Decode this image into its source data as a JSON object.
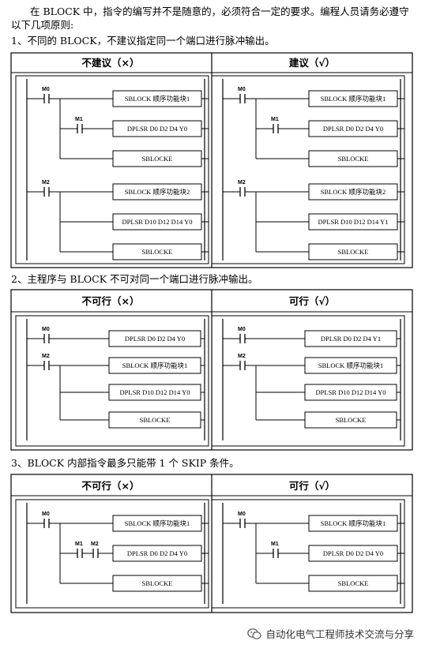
{
  "intro_line1": "在 BLOCK 中，指令的编写并不是随意的，必须符合一定的要求。编程人员请务必遵守",
  "intro_line2": "以下几项原则:",
  "sections": [
    {
      "heading": "1、不同的 BLOCK，不建议指定同一个端口进行脉冲输出。",
      "left_title": "不建议（×）",
      "right_title": "建议（√）",
      "left": {
        "contacts": [
          "M0",
          "M1",
          "M2"
        ],
        "boxes": [
          "SBLOCK  顺序功能块1",
          "DPLSR D0 D2 D4 Y0",
          "SBLOCKE",
          "SBLOCK  顺序功能块2",
          "DPLSR D10 D12 D14 Y0",
          "SBLOCKE"
        ]
      },
      "right": {
        "contacts": [
          "M0",
          "M1",
          "M2"
        ],
        "boxes": [
          "SBLOCK  顺序功能块1",
          "DPLSR D0 D2 D4 Y0",
          "SBLOCKE",
          "SBLOCK  顺序功能块2",
          "DPLSR D10 D12 D14 Y1",
          "SBLOCKE"
        ]
      }
    },
    {
      "heading": "2、主程序与 BLOCK 不可对同一个端口进行脉冲输出。",
      "left_title": "不可行（×）",
      "right_title": "可行（√）",
      "left": {
        "contacts": [
          "M0",
          "M2"
        ],
        "boxes": [
          "DPLSR D0 D2 D4 Y0",
          "SBLOCK  顺序功能块1",
          "DPLSR D10 D12 D14 Y0",
          "SBLOCKE"
        ]
      },
      "right": {
        "contacts": [
          "M0",
          "M2"
        ],
        "boxes": [
          "DPLSR D0 D2 D4 Y1",
          "SBLOCK  顺序功能块1",
          "DPLSR D10 D12 D14 Y0",
          "SBLOCKE"
        ]
      }
    },
    {
      "heading": "3、BLOCK 内部指令最多只能带 1 个 SKIP 条件。",
      "left_title": "不可行（×）",
      "right_title": "可行（√）",
      "left": {
        "contacts": [
          "M0",
          "M1",
          "M2"
        ],
        "boxes": [
          "SBLOCK  顺序功能块1",
          "DPLSR D0 D2 D4 Y0",
          "SBLOCKE"
        ]
      },
      "right": {
        "contacts": [
          "M0",
          "M1"
        ],
        "boxes": [
          "SBLOCK  顺序功能块1",
          "DPLSR D0 D2 D4 Y0",
          "SBLOCKE"
        ]
      }
    }
  ],
  "watermark": {
    "icon": "wechat-icon",
    "text": "自动化电气工程师技术交流与分享"
  }
}
